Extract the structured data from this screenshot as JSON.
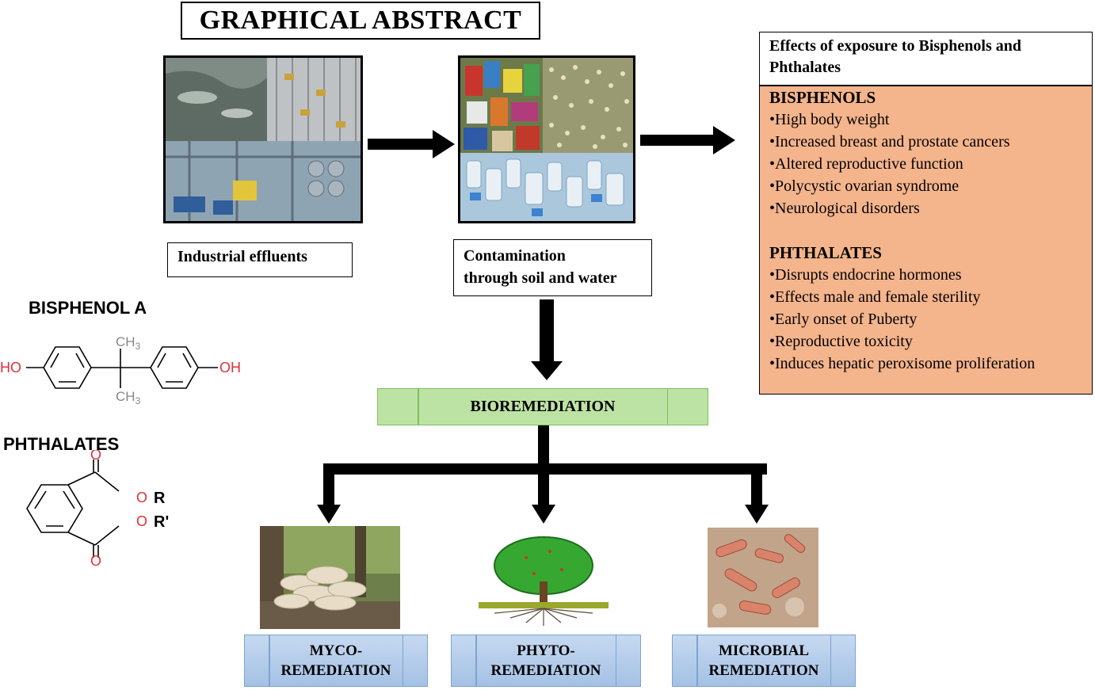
{
  "title": "GRAPHICAL ABSTRACT",
  "stage1_label": "Industrial effluents",
  "stage2_label_line1": "Contamination",
  "stage2_label_line2": "through soil and water",
  "effects": {
    "header_line1": "Effects of exposure to Bisphenols and",
    "header_line2": "Phthalates",
    "bisphenols_title": "BISPHENOLS",
    "bisphenols_items": [
      "•High body weight",
      "•Increased breast and prostate cancers",
      "•Altered reproductive function",
      "•Polycystic ovarian syndrome",
      "•Neurological disorders"
    ],
    "phthalates_title": "PHTHALATES",
    "phthalates_items": [
      "•Disrupts endocrine hormones",
      "•Effects male and female sterility",
      "•Early onset of Puberty",
      "•Reproductive toxicity",
      "•Induces hepatic peroxisome proliferation"
    ]
  },
  "bioremediation_label": "BIOREMEDIATION",
  "branches": {
    "myco_line1": "MYCO-",
    "myco_line2": "REMEDIATION",
    "phyto_line1": "PHYTO-",
    "phyto_line2": "REMEDIATION",
    "microbial_line1": "MICROBIAL",
    "microbial_line2": "REMEDIATION"
  },
  "chemicals": {
    "bpa_title": "BISPHENOL A",
    "bpa_ho": "HO",
    "bpa_oh": "OH",
    "bpa_ch3": "CH",
    "bpa_sub3": "3",
    "phth_title": "PHTHALATES",
    "phth_o": "O",
    "phth_r": "R",
    "phth_r2": "R'"
  },
  "colors": {
    "effects_fill": "#f4b48c",
    "bioremediation_fill": "#bde3a4",
    "branch_fill": "#b6cde9",
    "oxygen_red": "#e0303c"
  }
}
